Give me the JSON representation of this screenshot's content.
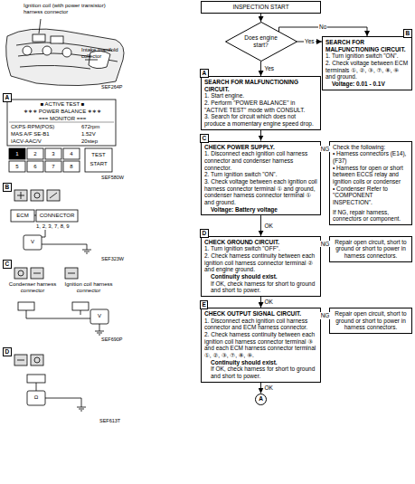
{
  "diagram": {
    "nodes": [
      {
        "text": [
          "INSPECTION START"
        ]
      },
      {
        "text": [
          "Does engine start?"
        ]
      },
      {
        "text": [
          "SEARCH FOR MALFUNCTIONING CIRCUIT.",
          "1. Turn ignition switch \"ON\".",
          "2. Check voltage between ECM terminals ①, ②, ③, ⑦, ⑧, ⑨ and ground.",
          "Voltage: 0.01 - 0.1V"
        ]
      },
      {
        "text": [
          "SEARCH FOR MALFUNCTIONING CIRCUIT.",
          "1. Start engine.",
          "2. Perform \"POWER BALANCE\" in \"ACTIVE TEST\" mode with CONSULT.",
          "3. Search for circuit which does not produce a momentary engine speed drop."
        ]
      },
      {
        "text": [
          "CHECK POWER SUPPLY.",
          "1. Disconnect each ignition coil harness connector and condenser harness connector.",
          "2. Turn ignition switch \"ON\".",
          "3. Check voltage between each ignition coil harness connector terminal ① and ground, condenser harness connector terminal ① and ground.",
          "Voltage: Battery voltage"
        ]
      },
      {
        "text": [
          "Check the following:",
          "• Harness connectors (E14), (F37)",
          "• Harness for open or short between ECCS relay and ignition coils or condenser",
          "• Condenser Refer to \"COMPONENT INSPECTION\".",
          "If NG, repair harness, connectors or component."
        ]
      },
      {
        "text": [
          "CHECK GROUND CIRCUIT.",
          "1. Turn ignition switch \"OFF\".",
          "2. Check harness continuity between each ignition coil harness connector terminal ② and engine ground.",
          "Continuity should exist.",
          "If OK, check harness for short to ground and short to power."
        ]
      },
      {
        "text": [
          "Repair open circuit, short to ground or short to power in harness connectors."
        ]
      },
      {
        "text": [
          "CHECK OUTPUT SIGNAL CIRCUIT.",
          "1. Disconnect each ignition coil harness connector and ECM harness connector.",
          "2. Check harness continuity between each ignition coil harness connector terminal ③ and each ECM harness connector terminal ①, ②, ③, ⑦, ⑧, ⑨.",
          "Continuity should exist.",
          "If OK, check harness for short to ground and short to power."
        ]
      },
      {
        "text": [
          "Repair open circuit, short to ground or short to power in harness connectors."
        ]
      },
      {
        "text": [
          "A"
        ]
      }
    ],
    "edges": [
      {
        "from": 0,
        "to": 1,
        "arrow": "to"
      },
      {
        "from": 1,
        "to": 2,
        "label": "No",
        "arrow": "to"
      },
      {
        "from": 1,
        "to": 2,
        "label": "Yes",
        "arrow": "to"
      },
      {
        "from": 1,
        "to": 3,
        "label": "Yes",
        "arrow": "to"
      },
      {
        "from": 3,
        "to": 4,
        "arrow": "to"
      },
      {
        "from": 4,
        "to": 5,
        "label": "NG",
        "arrow": "to"
      },
      {
        "from": 4,
        "to": 6,
        "label": "OK",
        "arrow": "to"
      },
      {
        "from": 6,
        "to": 7,
        "label": "NG",
        "arrow": "to"
      },
      {
        "from": 6,
        "to": 8,
        "label": "OK",
        "arrow": "to"
      },
      {
        "from": 8,
        "to": 9,
        "label": "NG",
        "arrow": "to"
      },
      {
        "from": 8,
        "to": 10,
        "label": "OK",
        "arrow": "to"
      }
    ],
    "labels": [
      "Ignition coil (with power transistor) harness connector",
      "Intake manifold collector",
      "SEF264P",
      "A",
      "■ ACTIVE TEST ■",
      "∗∗∗ POWER BALANCE ∗∗∗",
      "=== MONITOR ===",
      "CKPS·RPM(POS)",
      "672rpm",
      "MAS A/F SE-B1",
      "1.52V",
      "IACV-AAC/V",
      "20step",
      "1",
      "2",
      "3",
      "4",
      "5",
      "6",
      "7",
      "8",
      "TEST",
      "START",
      "SEF580W",
      "B",
      "ECM",
      "CONNECTOR",
      "1, 2, 3, 7, 8, 9",
      "V",
      "SEF323W",
      "C",
      "Condenser harness connector",
      "Ignition coil harness connector",
      "V",
      "SEF690P",
      "D",
      "Ω",
      "SEF613T",
      "A",
      "B",
      "C",
      "D",
      "E"
    ]
  }
}
